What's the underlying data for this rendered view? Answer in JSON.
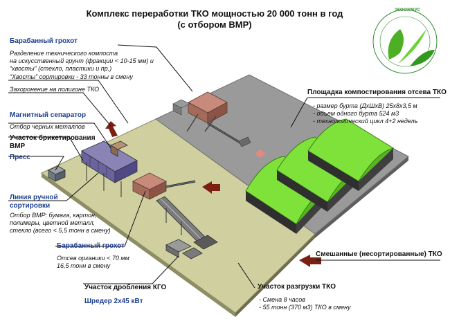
{
  "title_line1": "Комплекс переработки ТКО мощностью 20 000 тонн в год",
  "title_line2": "(с отбором ВМР)",
  "logo_text": "ЭКОСЭРКУС",
  "colors": {
    "ground": "#cfcfa0",
    "concrete": "#9a9a9a",
    "green_pile": "#7ee23a",
    "arrow": "#7a1f12",
    "heading_blue": "#1f3f8f",
    "machine": "#c88a7a"
  },
  "labels": {
    "drum_top": {
      "heading": "Барабанный грохот",
      "lines": [
        "Разделение технического компоста",
        "на искусственный грунт (фракции < 10-15 мм) и",
        "“хвосты” (стекло, пластики и пр.)"
      ]
    },
    "tails": {
      "lines": [
        "“Хвосты” сортировки - 33 тонны в смену",
        "Захоронение на полигоне ТКО"
      ]
    },
    "magnetic": {
      "heading": "Магнитный сепаратор",
      "lines": [
        "Отбор черных металлов"
      ]
    },
    "briquetting": {
      "heading_line1": "Участок брикетирования",
      "heading_line2": "ВМР",
      "press": "Пресс"
    },
    "manual": {
      "heading_line1": "Линия ручной",
      "heading_line2": "сортировки",
      "lines": [
        "Отбор ВМР: бумага, картон,",
        "полимеры, цветной металл,",
        "стекло (всего < 5,5 тонн в смену)"
      ]
    },
    "drum_bottom": {
      "heading": "Барабанный грохот",
      "lines": [
        "Отсев органики < 70 мм",
        "16,5 тонн в смену"
      ]
    },
    "crushing": {
      "heading": "Участок дробления КГО",
      "shredder": "Шредер 2x45 кВт"
    },
    "composting": {
      "heading": "Площадка  компостирования отсева ТКО",
      "lines": [
        "- размер бурта (ДхШхВ) 25х8х3,5 м",
        "- объем одного бурта 524 м3",
        "- технологический цикл 4+2 недель"
      ]
    },
    "mixed": {
      "heading": "Смешанные (несортированные) ТКО"
    },
    "unloading": {
      "heading": "Участок разгрузки ТКО",
      "lines": [
        "- Смена 8 часов",
        "- 55 тонн (370 м3) ТКО в смену"
      ]
    }
  }
}
